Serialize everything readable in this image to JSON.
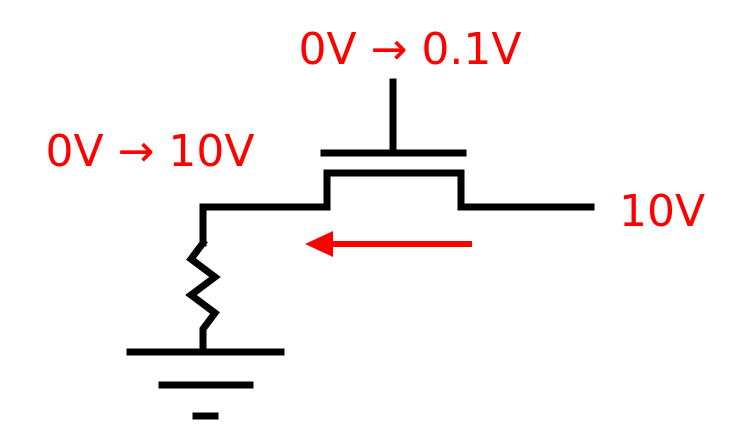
{
  "labels": {
    "gate_voltage": "0V → 0.1V",
    "source_voltage": "0V → 10V",
    "drain_voltage": "10V"
  },
  "colors": {
    "wire": "#000000",
    "annotation": "#ff0000",
    "background": "#ffffff"
  }
}
